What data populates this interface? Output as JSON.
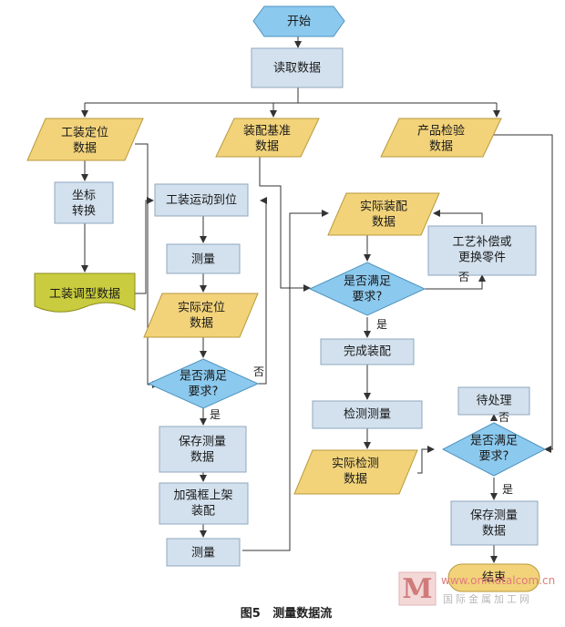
{
  "colors": {
    "process_fill": "#d3e1ee",
    "process_stroke": "#8fa7bd",
    "data_fill": "#f2d37a",
    "data_stroke": "#b89a3c",
    "decision_fill": "#8cc9ee",
    "decision_stroke": "#4e94c0",
    "document_fill": "#c9cc3e",
    "line": "#333333"
  },
  "flow": {
    "start": "开始",
    "read": "读取数据",
    "fixture_pos": "工装定位\n数据",
    "assembly_ref": "装配基准\n数据",
    "product_insp": "产品检验\n数据",
    "coord_trans": "坐标\n转换",
    "fixture_adjust": "工装调型数据",
    "fixture_move": "工装运动到位",
    "measure1": "测量",
    "actual_pos": "实际定位\n数据",
    "meets1": "是否满足\n要求?",
    "save1": "保存测量\n数据",
    "reinforce": "加强框上架\n装配",
    "measure2": "测量",
    "actual_assy": "实际装配\n数据",
    "meets2": "是否满足\n要求?",
    "compensate": "工艺补偿或\n更换零件",
    "complete": "完成装配",
    "inspect": "检测测量",
    "actual_insp": "实际检测\n数据",
    "meets3": "是否满足\n要求?",
    "pending": "待处理",
    "save2": "保存测量\n数据",
    "end": "结束"
  },
  "edge_labels": {
    "yes1": "是",
    "no1": "否",
    "yes2": "是",
    "no2": "否",
    "yes3": "是",
    "no3": "否"
  },
  "caption": "图5   测量数据流",
  "watermark": {
    "site": "www.onmetalcom.cn",
    "name": "国际金属加工网"
  }
}
